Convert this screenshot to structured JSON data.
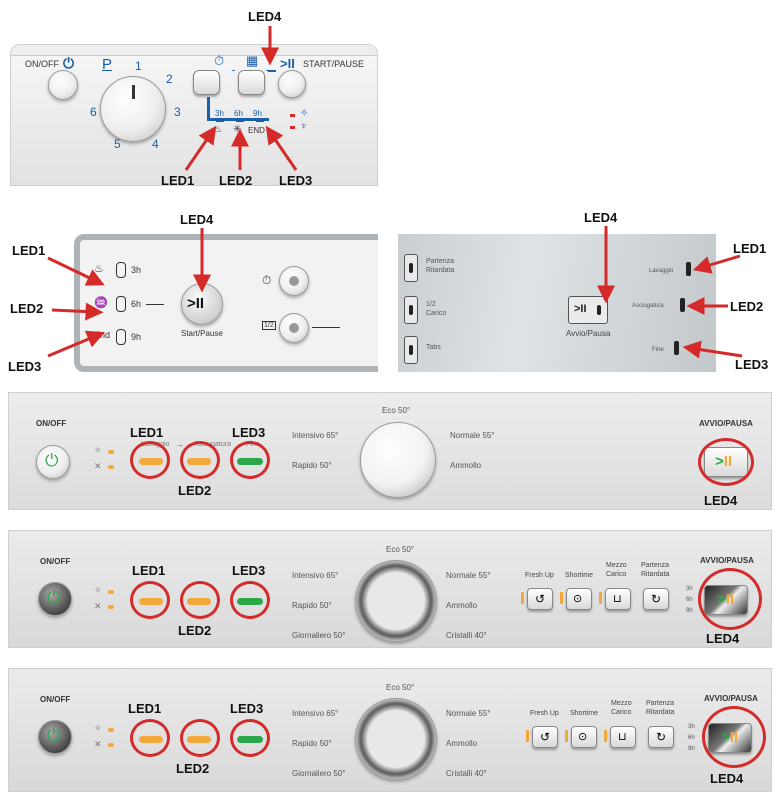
{
  "labels": {
    "led1": "LED1",
    "led2": "LED2",
    "led3": "LED3",
    "led4": "LED4"
  },
  "panel1": {
    "onoff": "ON/OFF",
    "program_letter": "P",
    "dial_numbers": [
      "1",
      "2",
      "3",
      "4",
      "5",
      "6"
    ],
    "start_pause": "START/PAUSE",
    "hours": [
      "3h",
      "6h",
      "9h"
    ],
    "end": "END"
  },
  "panel2": {
    "hours": [
      "3h",
      "6h",
      "9h"
    ],
    "end": "End",
    "start_pause": "Start/Pause",
    "half_load": "1/2"
  },
  "panel3": {
    "partenza_line1": "Partenza",
    "partenza_line2": "Ritardata",
    "half_line1": "1/2",
    "half_line2": "Carico",
    "tabs": "Tabs",
    "avvio": "Avvio/Pausa",
    "lavaggio": "Lavaggio",
    "asciugatura": "Asciugatura",
    "fine": "Fine"
  },
  "panel4": {
    "onoff": "ON/OFF",
    "avvio": "AVVIO/PAUSA",
    "lavaggio": "Lavaggio",
    "asciugatura": "Asciugatura",
    "fine": "Fine",
    "eco": "Eco 50°",
    "intensivo": "Intensivo 65°",
    "rapido": "Rapido 50°",
    "normale": "Normale 55°",
    "ammollo": "Ammollo"
  },
  "panel5": {
    "onoff": "ON/OFF",
    "avvio": "AVVIO/PAUSA",
    "eco": "Eco 50°",
    "intensivo": "Intensivo 65°",
    "rapido": "Rapido 50°",
    "giornaliero": "Giornaliero 50°",
    "normale": "Normale 55°",
    "ammollo": "Ammollo",
    "cristalli": "Cristalli 40°",
    "fresh_up": "Fresh Up",
    "shortime": "Shortime",
    "mezzo_line1": "Mezzo",
    "mezzo_line2": "Carico",
    "partenza_line1": "Partenza",
    "partenza_line2": "Ritardata",
    "hours": [
      "3h",
      "6h",
      "9h"
    ]
  },
  "colors": {
    "orange": "#f2a93b",
    "green": "#2ca84a",
    "red": "#d42a2a",
    "blue": "#1a5fa8"
  }
}
